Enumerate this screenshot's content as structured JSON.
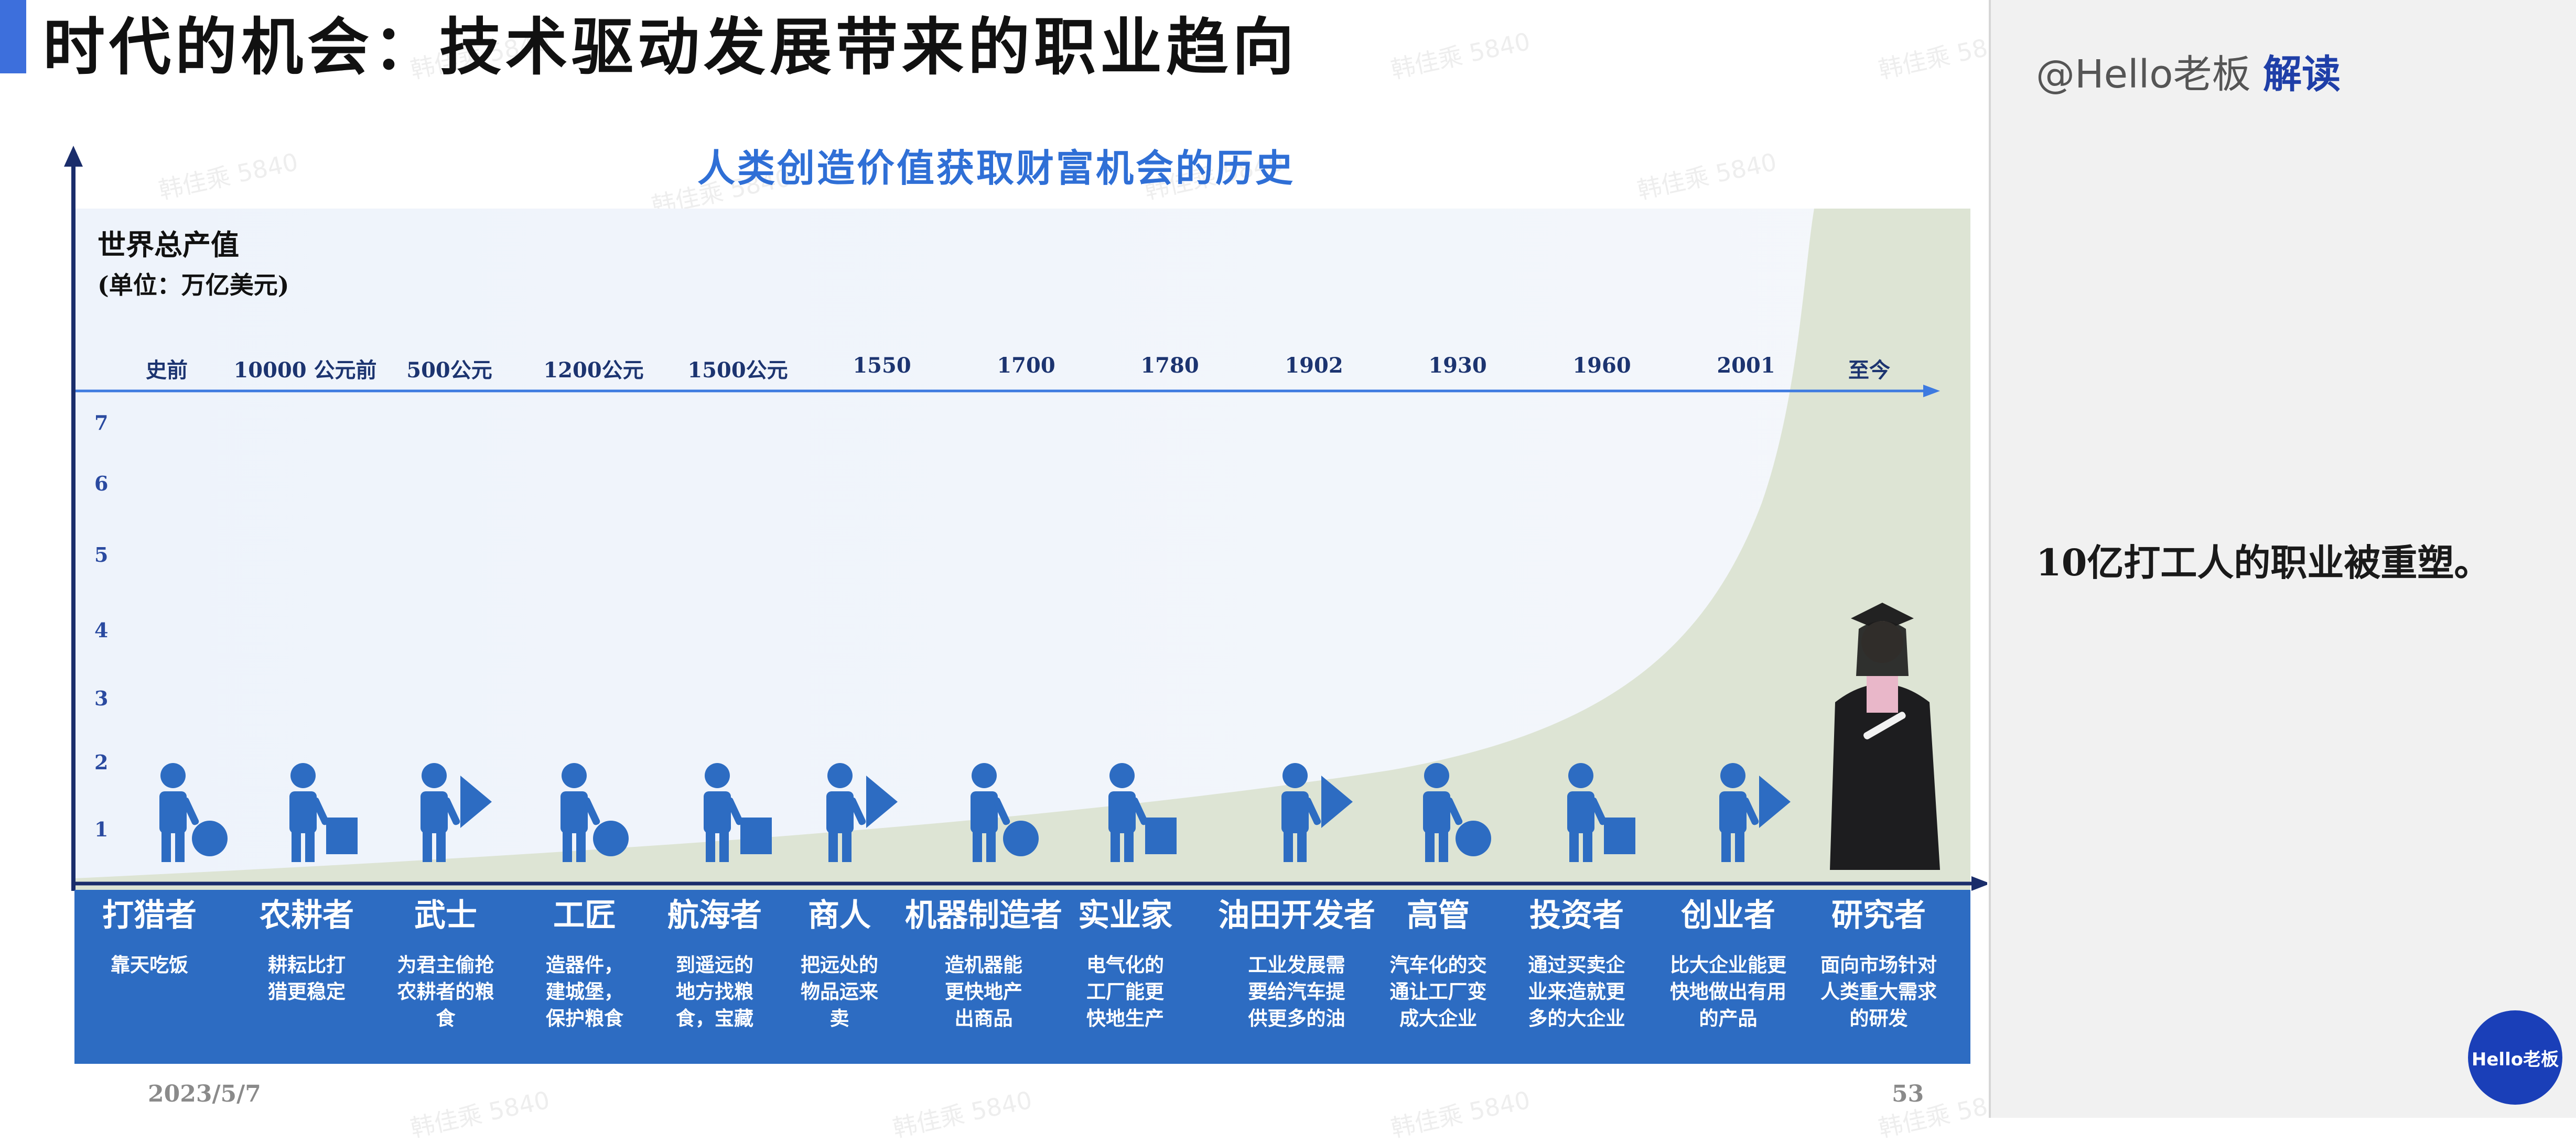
{
  "slide": {
    "title": "时代的机会：技术驱动发展带来的职业趋向",
    "date": "2023/5/7",
    "page_number": "53"
  },
  "chart": {
    "title": "人类创造价值获取财富机会的历史",
    "y_title": "世界总产值",
    "y_unit": "(单位：万亿美元)",
    "y_ticks": [
      "1",
      "2",
      "3",
      "4",
      "5",
      "6",
      "7"
    ],
    "eras": [
      "史前",
      "10000 公元前",
      "500公元",
      "1200公元",
      "1500公元",
      "1550",
      "1700",
      "1780",
      "1902",
      "1930",
      "1960",
      "2001",
      "至今"
    ],
    "roles": [
      "打猎者",
      "农耕者",
      "武士",
      "工匠",
      "航海者",
      "商人",
      "机器制造者",
      "实业家",
      "油田开发者",
      "高管",
      "投资者",
      "创业者",
      "研究者"
    ],
    "descriptions": [
      [
        "靠天吃饭"
      ],
      [
        "耕耘比打",
        "猎更稳定"
      ],
      [
        "为君主偷抢",
        "农耕者的粮",
        "食"
      ],
      [
        "造器件，",
        "建城堡，",
        "保护粮食"
      ],
      [
        "到遥远的",
        "地方找粮",
        "食，宝藏"
      ],
      [
        "把远处的",
        "物品运来",
        "卖"
      ],
      [
        "造机器能",
        "更快地产",
        "出商品"
      ],
      [
        "电气化的",
        "工厂能更",
        "快地生产"
      ],
      [
        "工业发展需",
        "要给汽车提",
        "供更多的油"
      ],
      [
        "汽车化的交",
        "通让工厂变",
        "成大企业"
      ],
      [
        "通过买卖企",
        "业来造就更",
        "多的大企业"
      ],
      [
        "比大企业能更",
        "快地做出有用",
        "的产品"
      ],
      [
        "面向市场针对",
        "人类重大需求",
        "的研发"
      ]
    ],
    "icons": [
      "hunter-icon",
      "farmer-icon",
      "warrior-icon",
      "craftsman-icon",
      "navigator-icon",
      "merchant-icon",
      "machine-maker-icon",
      "industrialist-icon",
      "oil-developer-icon",
      "executive-icon",
      "investor-icon",
      "entrepreneur-icon",
      "researcher-photo"
    ],
    "colors": {
      "accent": "#2d6cc2",
      "title": "#2f6fd6",
      "area": "#dde4d4",
      "icon": "#2d6cc2"
    }
  },
  "panel": {
    "byline": "@Hello老板 ",
    "byline_accent": "解读",
    "summary": "10亿打工人的职业被重塑。",
    "logo_text": "Hello老板"
  },
  "watermark": {
    "text": "韩佳乘 5840"
  }
}
